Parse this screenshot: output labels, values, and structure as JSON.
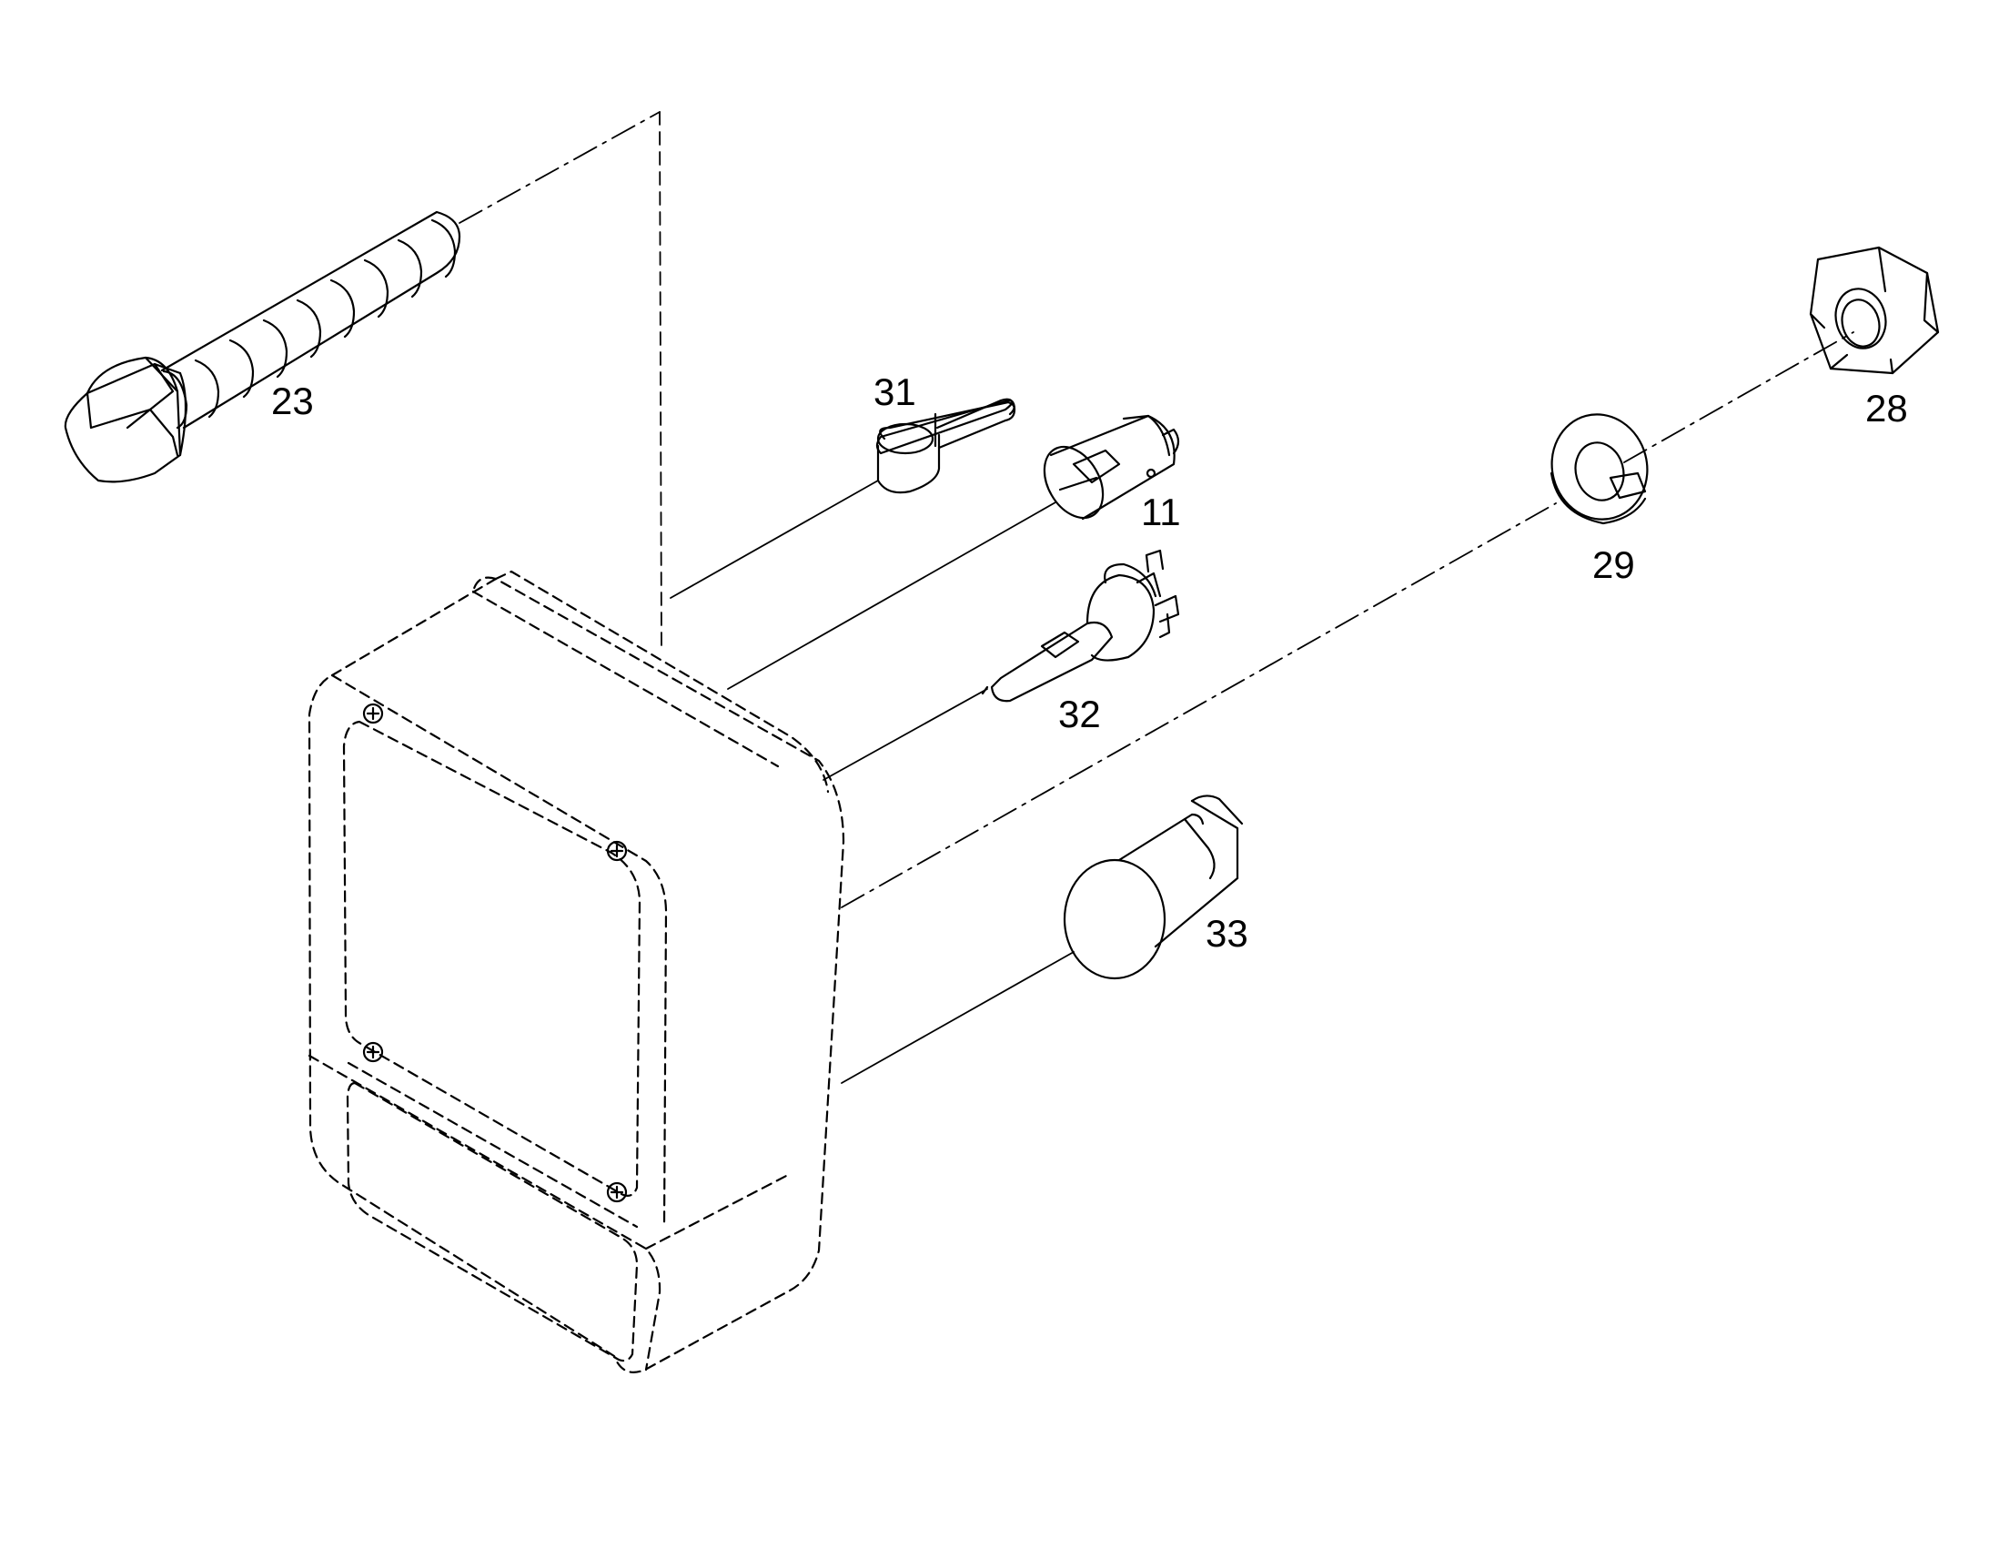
{
  "callouts": [
    {
      "id": "23",
      "label": "23"
    },
    {
      "id": "31",
      "label": "31"
    },
    {
      "id": "11",
      "label": "11"
    },
    {
      "id": "32",
      "label": "32"
    },
    {
      "id": "33",
      "label": "33"
    },
    {
      "id": "29",
      "label": "29"
    },
    {
      "id": "28",
      "label": "28"
    }
  ],
  "colors": {
    "line": "#000000",
    "background": "#ffffff"
  }
}
